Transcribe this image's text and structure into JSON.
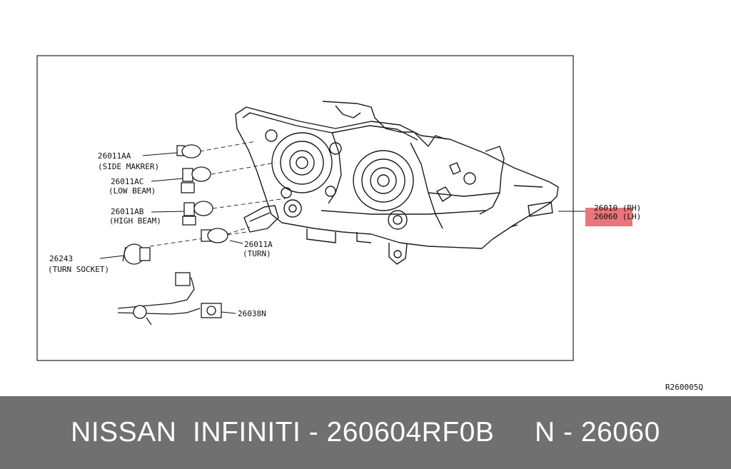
{
  "callouts": {
    "side_marker_part": "26011AA",
    "side_marker_name": "(SIDE MAKRER)",
    "low_beam_part": "26011AC",
    "low_beam_name": "(LOW BEAM)",
    "high_beam_part": "26011AB",
    "high_beam_name": "(HIGH BEAM)",
    "turn_socket_part": "26243",
    "turn_socket_name": "(TURN SOCKET)",
    "turn_part": "26011A",
    "turn_name": "(TURN)",
    "harness_part": "26038N",
    "rh_part": "26010 (RH)",
    "lh_part": "26060 (LH)"
  },
  "drawing_code": "R260005Q",
  "highlight_color": "#e8767c",
  "footer": {
    "text": "NISSAN  INFINITI - 260604RF0B     N - 26060",
    "background": "#707070"
  }
}
